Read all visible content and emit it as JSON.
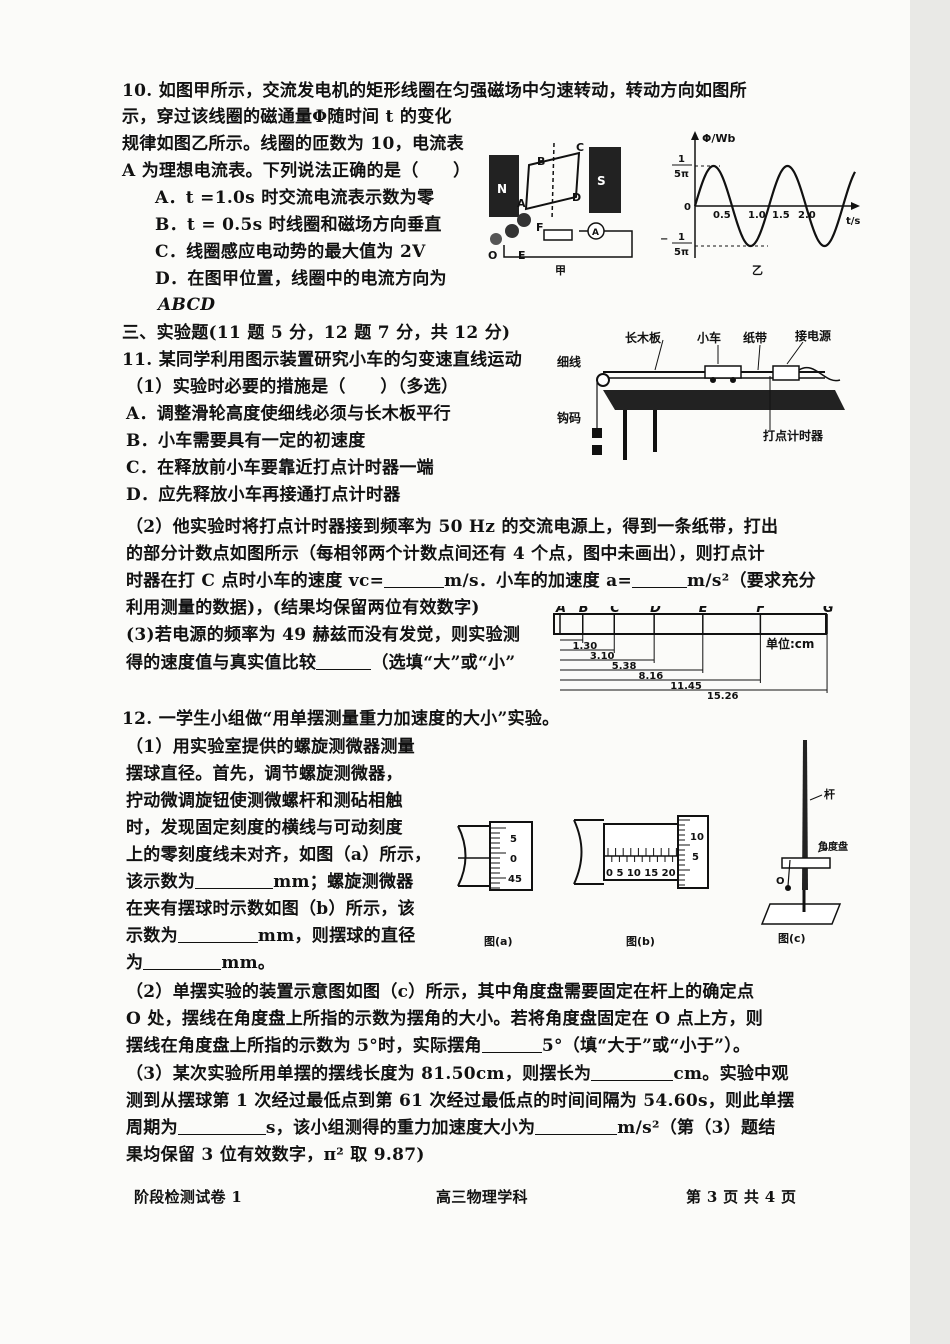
{
  "q10": {
    "line1": "10. 如图甲所示，交流发电机的矩形线圈在匀强磁场中匀速转动，转动方向如图所",
    "line2": "示，穿过该线圈的磁通量Φ随时间 t 的变化",
    "line3": "规律如图乙所示。线圈的匝数为 10，电流表",
    "line4": "A 为理想电流表。下列说法正确的是（　　）",
    "options": [
      "A．t =1.0s 时交流电流表示数为零",
      "B．t = 0.5s 时线圈和磁场方向垂直",
      "C．线圈感应电动势的最大值为 2V",
      "D．在图甲位置，线圈中的电流方向为"
    ],
    "option_d_tail": "ABCD",
    "fig_jia": {
      "caption": "甲",
      "labels": [
        "B",
        "C",
        "D",
        "A",
        "F",
        "O",
        "E"
      ]
    },
    "fig_yi": {
      "caption": "乙",
      "y_axis": "Φ/Wb",
      "y_top": "1",
      "y_top_den": "5π",
      "y_bottom": "1",
      "y_bottom_sign": "−",
      "y_bottom_den": "5π",
      "origin": "0",
      "x_ticks": [
        "0.5",
        "1.0",
        "1.5",
        "2.0"
      ],
      "x_axis": "t/s"
    }
  },
  "section3": "三、实验题(11 题 5 分，12 题 7 分，共 12 分)",
  "q11": {
    "line1": "11. 某同学利用图示装置研究小车的匀变速直线运动",
    "line2": "（1）实验时必要的措施是（　　）（多选）",
    "options": [
      "A．调整滑轮高度使细线必须与长木板平行",
      "B．小车需要具有一定的初速度",
      "C．在释放前小车要靠近打点计时器一端",
      "D．应先释放小车再接通打点计时器"
    ],
    "part2_l1": "（2）他实验时将打点计时器接到频率为 50 Hz 的交流电源上，得到一条纸带，打出",
    "part2_l2": "的部分计数点如图所示（每相邻两个计数点间还有 4 个点，图中未画出），则打点计",
    "part2_l3a": "时器在打 C 点时小车的速度 vc=",
    "part2_l3b": "m/s．小车的加速度 a=",
    "part2_l3c": "m/s²（要求充分",
    "part2_l4": "利用测量的数据)，(结果均保留两位有效数字)",
    "part3_l1": "(3)若电源的频率为 49 赫兹而没有发觉，则实验测",
    "part3_l2a": "得的速度值与真实值比较",
    "part3_l2b": "（选填“大”或“小”",
    "apparatus": {
      "labels": [
        "长木板",
        "小车",
        "纸带",
        "接电源",
        "细线",
        "钩码",
        "打点计时器"
      ]
    },
    "tape": {
      "points": [
        "A",
        "B",
        "C",
        "D",
        "E",
        "F",
        "G"
      ],
      "unit": "单位:cm",
      "distances": [
        "1.30",
        "3.10",
        "5.38",
        "8.16",
        "11.45",
        "15.26"
      ]
    }
  },
  "q12": {
    "title": "12. 一学生小组做“用单摆测量重力加速度的大小”实验。",
    "p1": [
      "（1）用实验室提供的螺旋测微器测量",
      "摆球直径。首先，调节螺旋测微器，",
      "拧动微调旋钮使测微螺杆和测砧相触",
      "时，发现固定刻度的横线与可动刻度",
      "上的零刻度线未对齐，如图（a）所示，"
    ],
    "p1_l6a": "该示数为",
    "p1_l6b": "mm；螺旋测微器",
    "p1_l7": "在夹有摆球时示数如图（b）所示，该",
    "p1_l8a": "示数为",
    "p1_l8b": "mm，则摆球的直径",
    "p1_l9a": "为",
    "p1_l9b": "mm。",
    "fig_a": {
      "caption": "图(a)",
      "ticks": [
        "5",
        "0",
        "45"
      ]
    },
    "fig_b": {
      "caption": "图(b)",
      "ticks": [
        "10",
        "5"
      ],
      "scale": "0 5 10 15 20"
    },
    "fig_c": {
      "caption": "图(c)",
      "labels": [
        "杆",
        "角度盘",
        "O"
      ]
    },
    "p2_l1": "（2）单摆实验的装置示意图如图（c）所示，其中角度盘需要固定在杆上的确定点",
    "p2_l2": "O 处，摆线在角度盘上所指的示数为摆角的大小。若将角度盘固定在 O 点上方，则",
    "p2_l3a": "摆线在角度盘上所指的示数为 5°时，实际摆角",
    "p2_l3b": "5°（填“大于”或“小于”）。",
    "p3_l1a": "（3）某次实验所用单摆的摆线长度为 81.50cm，则摆长为",
    "p3_l1b": "cm。实验中观",
    "p3_l2": "测到从摆球第 1 次经过最低点到第 61 次经过最低点的时间间隔为 54.60s，则此单摆",
    "p3_l3a": "周期为",
    "p3_l3b": "s，该小组测得的重力加速度大小为",
    "p3_l3c": "m/s²（第（3）题结",
    "p3_l4": "果均保留 3 位有效数字，π² 取 9.87)"
  },
  "footer": {
    "left": "阶段检测试卷 1",
    "center": "高三物理学科",
    "right": "第 3 页 共 4 页"
  }
}
